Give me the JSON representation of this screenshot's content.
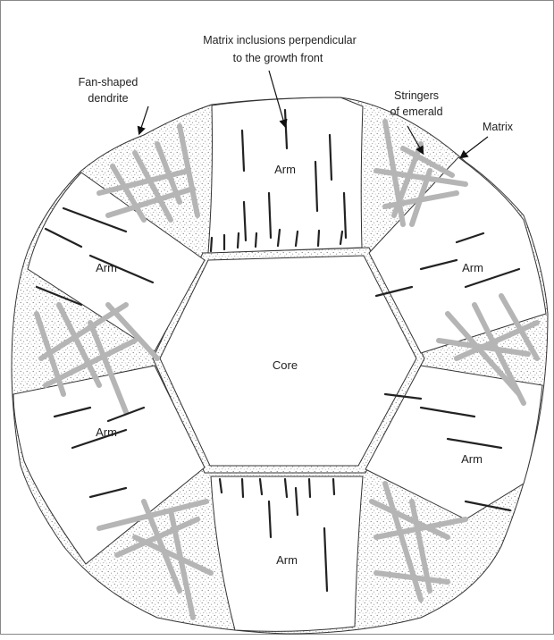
{
  "diagram": {
    "annotations": {
      "matrix_inclusions": [
        "Matrix inclusions perpendicular",
        "to the growth front"
      ],
      "fan_dendrite": [
        "Fan-shaped",
        "dendrite"
      ],
      "stringers": [
        "Stringers",
        "of emerald"
      ],
      "matrix": "Matrix"
    },
    "labels": {
      "core": "Core",
      "arm_top": "Arm",
      "arm_upper_left": "Arm",
      "arm_upper_right": "Arm",
      "arm_lower_left": "Arm",
      "arm_lower_right": "Arm",
      "arm_bottom": "Arm"
    },
    "colors": {
      "outline": "#333333",
      "dendrite": "#b5b5b5",
      "stipple": "#777777"
    }
  }
}
